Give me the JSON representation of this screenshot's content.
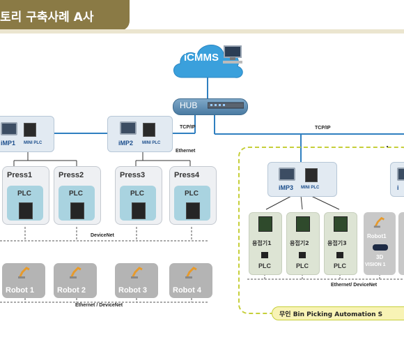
{
  "title": "토리 구축사례 A사",
  "icmms": "iCMMS",
  "hub": "HUB",
  "labels": {
    "tcpip_left": "TCP/IP",
    "tcpip_right": "TCP/IP",
    "ethernet": "Ethernet",
    "devicenet": "DeviceNet",
    "ethernet_devicenet_left": "Ethernet / DeviceNet",
    "ethernet_devicenet_right": "Ethernet/ DeviceNet"
  },
  "imps": [
    {
      "name": "iMP1",
      "sub": "MINI PLC"
    },
    {
      "name": "iMP2",
      "sub": "MINI PLC"
    },
    {
      "name": "iMP3",
      "sub": "MINI PLC"
    },
    {
      "name": "i"
    }
  ],
  "presses": [
    {
      "name": "Press1",
      "plc": "PLC"
    },
    {
      "name": "Press2",
      "plc": "PLC"
    },
    {
      "name": "Press3",
      "plc": "PLC"
    },
    {
      "name": "Press4",
      "plc": "PLC"
    }
  ],
  "robots": [
    "Robot 1",
    "Robot 2",
    "Robot 3",
    "Robot 4"
  ],
  "welders": [
    {
      "name": "용접기1",
      "plc": "PLC"
    },
    {
      "name": "용접기2",
      "plc": "PLC"
    },
    {
      "name": "용접기3",
      "plc": "PLC"
    }
  ],
  "bin_robot": {
    "name": "Robot1",
    "sub1": "3D",
    "sub2": "VISION 1"
  },
  "bin_label": "무인 Bin Picking Automation S"
}
